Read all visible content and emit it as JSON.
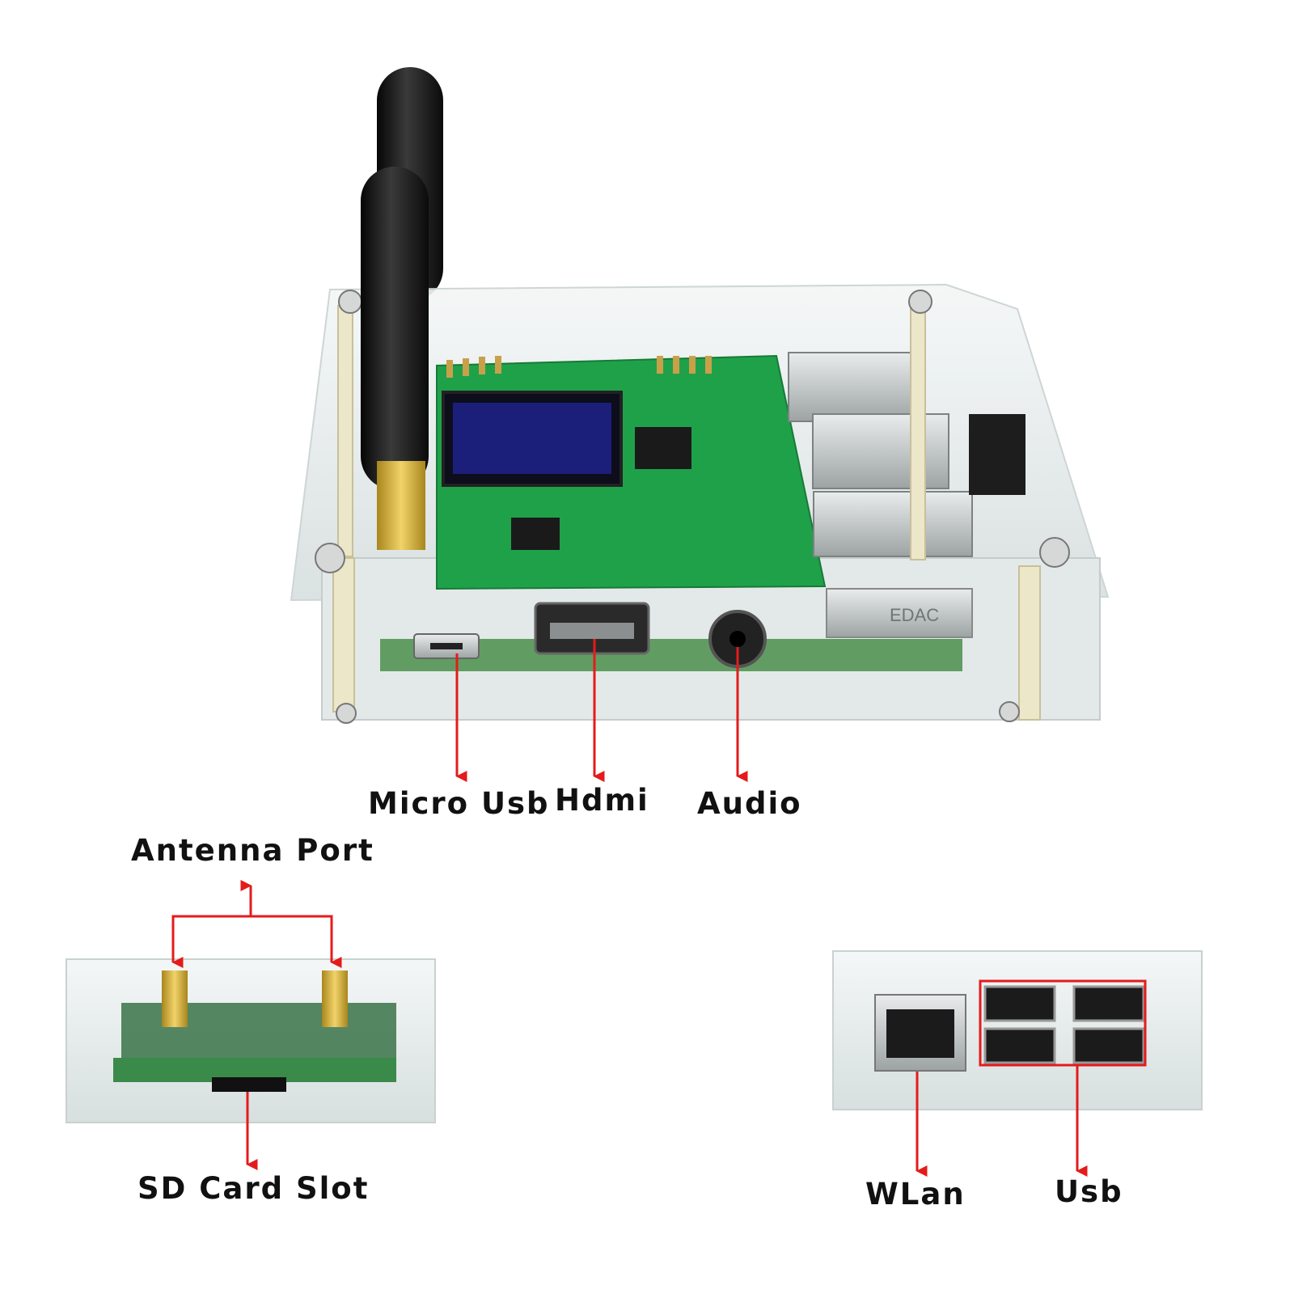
{
  "labels": {
    "micro_usb": "Micro Usb",
    "hdmi": "Hdmi",
    "audio": "Audio",
    "antenna_port": "Antenna Port",
    "sd_card_slot": "SD Card Slot",
    "wlan": "WLan",
    "usb": "Usb"
  },
  "board_text": {
    "eth_label": "EDAC"
  },
  "colors": {
    "arrow": "#e41b1b",
    "pcb": "#1fa14a",
    "antenna": "#151515",
    "acrylic": "#dfe6e6",
    "highlight_box": "#e41b1b"
  }
}
